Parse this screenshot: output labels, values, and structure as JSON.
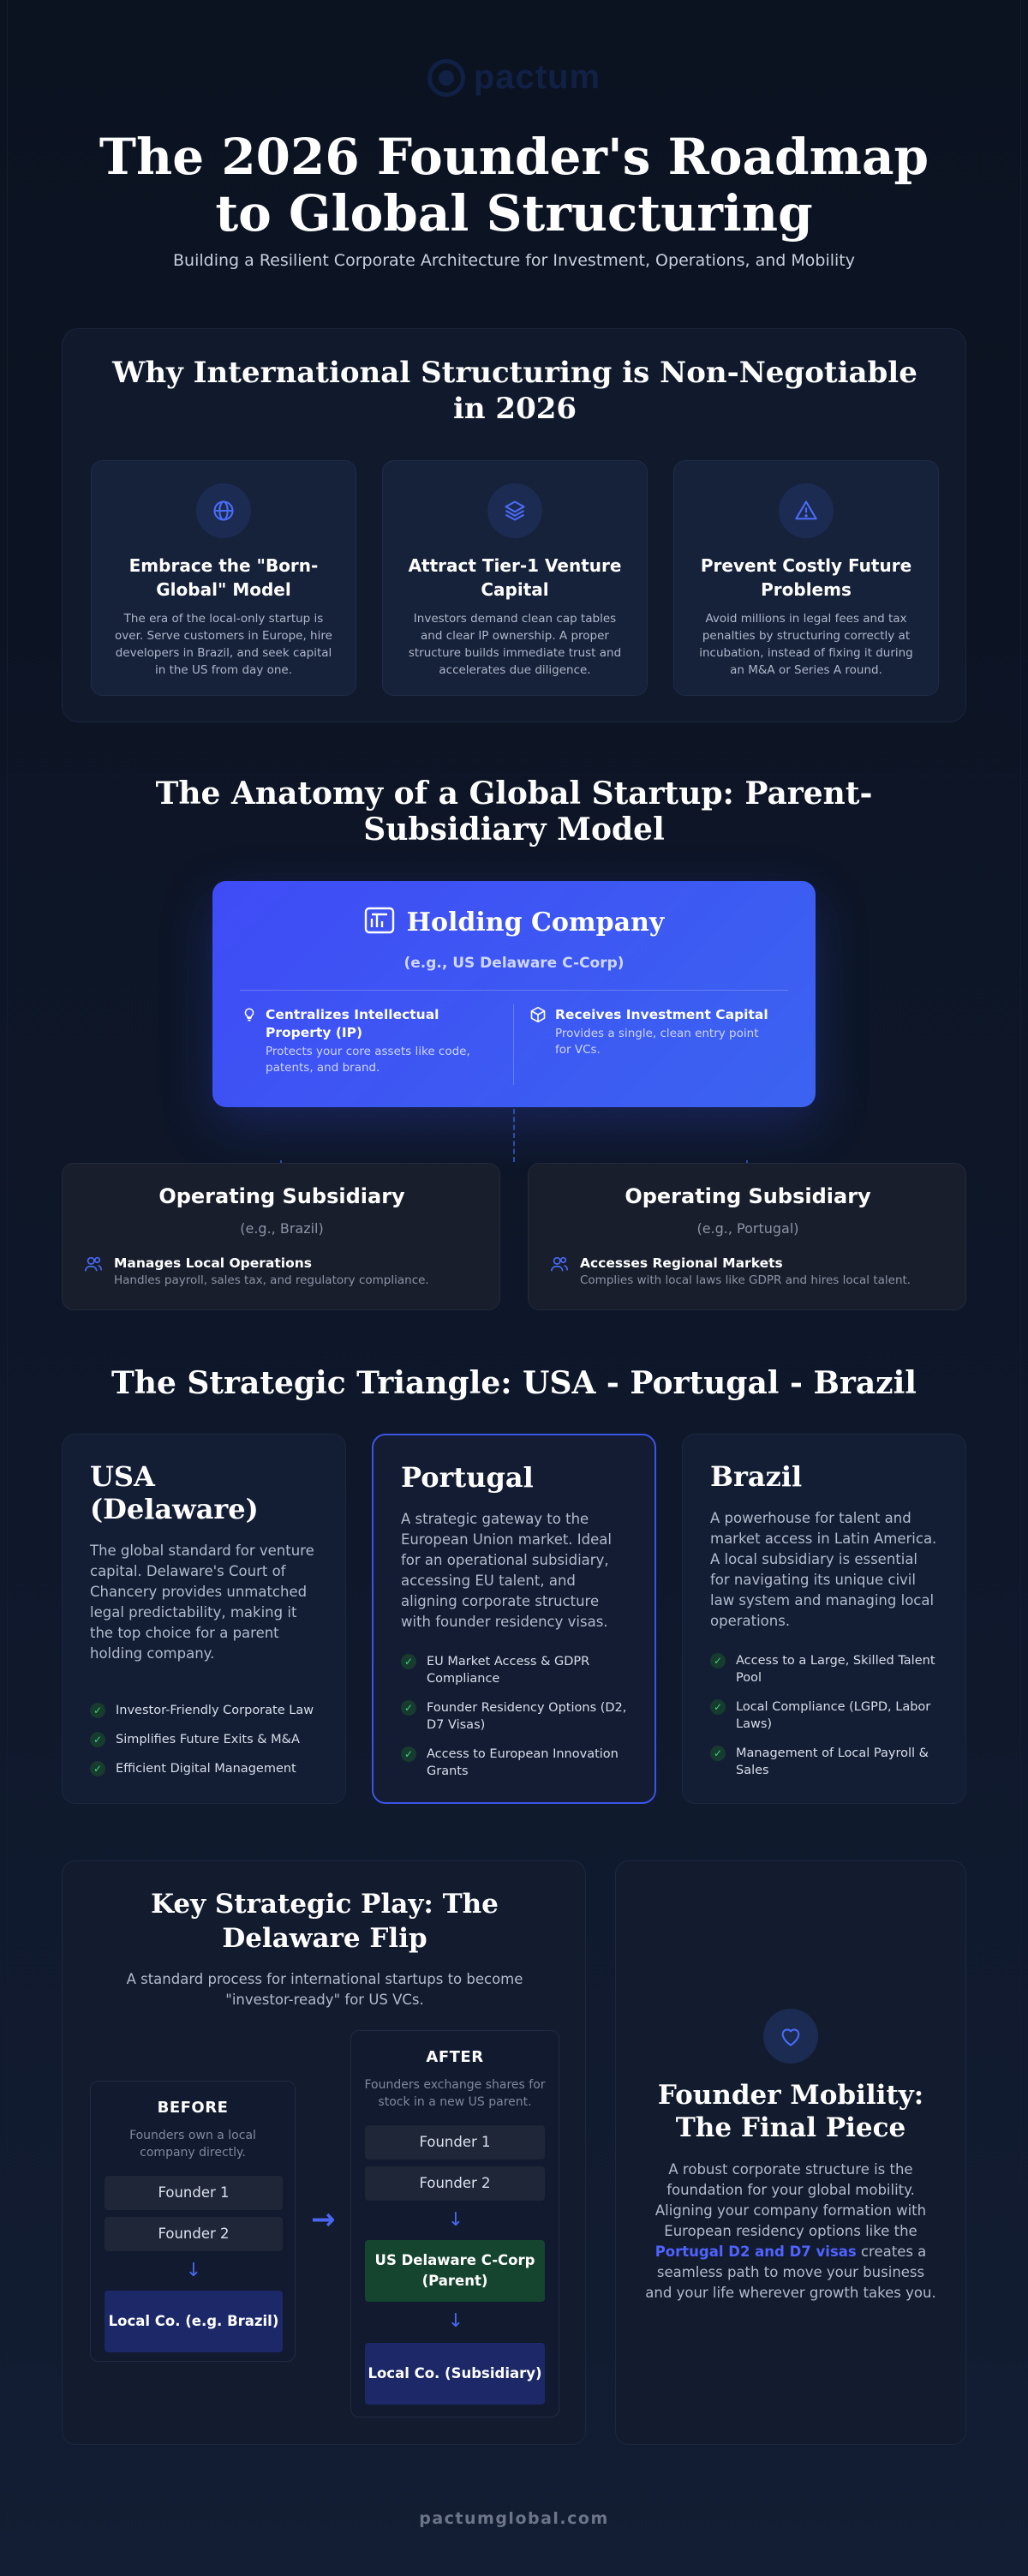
{
  "logo": {
    "text": "pactum"
  },
  "hero": {
    "title": "The 2026 Founder's Roadmap to Global Structuring",
    "subtitle": "Building a Resilient Corporate Architecture for Investment, Operations, and Mobility"
  },
  "why": {
    "title": "Why International Structuring is Non-Negotiable in 2026",
    "cards": [
      {
        "icon": "globe-icon",
        "title": "Embrace the \"Born-Global\" Model",
        "text": "The era of the local-only startup is over. Serve customers in Europe, hire developers in Brazil, and seek capital in the US from day one."
      },
      {
        "icon": "layers-icon",
        "title": "Attract Tier-1 Venture Capital",
        "text": "Investors demand clean cap tables and clear IP ownership. A proper structure builds immediate trust and accelerates due diligence."
      },
      {
        "icon": "warning-icon",
        "title": "Prevent Costly Future Problems",
        "text": "Avoid millions in legal fees and tax penalties by structuring correctly at incubation, instead of fixing it during an M&A or Series A round."
      }
    ]
  },
  "anatomy": {
    "title": "The Anatomy of a Global Startup: Parent-Subsidiary Model",
    "holding": {
      "icon": "building-icon",
      "title": "Holding Company",
      "subtitle": "(e.g., US Delaware C-Corp)",
      "features": [
        {
          "icon": "lightbulb-icon",
          "title": "Centralizes Intellectual Property (IP)",
          "text": "Protects your core assets like code, patents, and brand."
        },
        {
          "icon": "box-icon",
          "title": "Receives Investment Capital",
          "text": "Provides a single, clean entry point for VCs."
        }
      ]
    },
    "subsidiaries": [
      {
        "title": "Operating Subsidiary",
        "example": "(e.g., Brazil)",
        "icon": "users-icon",
        "feature_title": "Manages Local Operations",
        "feature_text": "Handles payroll, sales tax, and regulatory compliance."
      },
      {
        "title": "Operating Subsidiary",
        "example": "(e.g., Portugal)",
        "icon": "users-icon",
        "feature_title": "Accesses Regional Markets",
        "feature_text": "Complies with local laws like GDPR and hires local talent."
      }
    ]
  },
  "triangle": {
    "title": "The Strategic Triangle: USA - Portugal - Brazil",
    "countries": [
      {
        "name": "USA (Delaware)",
        "text": "The global standard for venture capital. Delaware's Court of Chancery provides unmatched legal predictability, making it the top choice for a parent holding company.",
        "points": [
          "Investor-Friendly Corporate Law",
          "Simplifies Future Exits & M&A",
          "Efficient Digital Management"
        ]
      },
      {
        "name": "Portugal",
        "text": "A strategic gateway to the European Union market. Ideal for an operational subsidiary, accessing EU talent, and aligning corporate structure with founder residency visas.",
        "points": [
          "EU Market Access & GDPR Compliance",
          "Founder Residency Options (D2, D7 Visas)",
          "Access to European Innovation Grants"
        ]
      },
      {
        "name": "Brazil",
        "text": "A powerhouse for talent and market access in Latin America. A local subsidiary is essential for navigating its unique civil law system and managing local operations.",
        "points": [
          "Access to a Large, Skilled Talent Pool",
          "Local Compliance (LGPD, Labor Laws)",
          "Management of Local Payroll & Sales"
        ]
      }
    ]
  },
  "flip": {
    "title": "Key Strategic Play: The Delaware Flip",
    "description": "A standard process for international startups to become \"investor-ready\" for US VCs.",
    "before": {
      "label": "BEFORE",
      "text": "Founders own a local company directly.",
      "founders": [
        "Founder 1",
        "Founder 2"
      ],
      "company": "Local Co. (e.g. Brazil)"
    },
    "after": {
      "label": "AFTER",
      "text": "Founders exchange shares for stock in a new US parent.",
      "founders": [
        "Founder 1",
        "Founder 2"
      ],
      "parent": "US Delaware C-Corp (Parent)",
      "company": "Local Co. (Subsidiary)"
    },
    "arrow": "→",
    "down_arrow": "↓"
  },
  "mobility": {
    "icon": "heart-icon",
    "title": "Founder Mobility: The Final Piece",
    "text_before": "A robust corporate structure is the foundation for your global mobility. Aligning your company formation with European residency options like the ",
    "highlight": "Portugal D2 and D7 visas",
    "text_after": " creates a seamless path to move your business and your life wherever growth takes you."
  },
  "footer": {
    "domain": "pactumglobal.com"
  },
  "colors": {
    "accent": "#3f4cf6",
    "check": "#3fd07f",
    "parent_green": "#16452f",
    "navy": "#1c2868"
  }
}
